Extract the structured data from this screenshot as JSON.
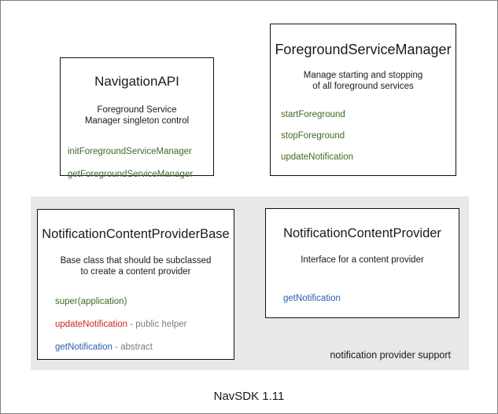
{
  "diagram": {
    "footer_caption": "NavSDK 1.11",
    "group": {
      "label": "notification provider support"
    },
    "boxes": [
      {
        "id": "navigation-api",
        "title": "NavigationAPI",
        "description_lines": [
          "Foreground Service",
          "Manager singleton control"
        ],
        "members": [
          {
            "name": "initForegroundServiceManager",
            "color": "#3f6b28",
            "note": ""
          },
          {
            "name": "getForegroundServiceManager",
            "color": "#3f6b28",
            "note": ""
          }
        ]
      },
      {
        "id": "foreground-service-manager",
        "title": "ForegroundServiceManager",
        "description_lines": [
          "Manage starting and stopping",
          "of all foreground services"
        ],
        "members": [
          {
            "name": "startForeground",
            "color": "#3f6b28",
            "note": ""
          },
          {
            "name": "stopForeground",
            "color": "#3f6b28",
            "note": ""
          },
          {
            "name": "updateNotification",
            "color": "#3f6b28",
            "note": ""
          }
        ]
      },
      {
        "id": "notification-content-provider-base",
        "title": "NotificationContentProviderBase",
        "description_lines": [
          "Base class that should be subclassed",
          "to create a content provider"
        ],
        "members": [
          {
            "name": "super(application)",
            "color": "#3f6b28",
            "note": ""
          },
          {
            "name": "updateNotification",
            "color": "#cc2222",
            "note": " - public helper"
          },
          {
            "name": "getNotification",
            "color": "#2a5db0",
            "note": " - abstract"
          }
        ]
      },
      {
        "id": "notification-content-provider",
        "title": "NotificationContentProvider",
        "description_lines": [
          "Interface for a content provider"
        ],
        "members": [
          {
            "name": "getNotification",
            "color": "#2a5db0",
            "note": ""
          }
        ]
      }
    ],
    "colors": {
      "page_background": "#ffffff",
      "frame_border": "#808080",
      "box_border": "#111111",
      "group_background": "#e8e8e8",
      "text": "#1a1a1a",
      "member_green": "#3f6b28",
      "member_red": "#cc2222",
      "member_blue": "#2a5db0",
      "member_note_gray": "#7d7d7d"
    }
  }
}
